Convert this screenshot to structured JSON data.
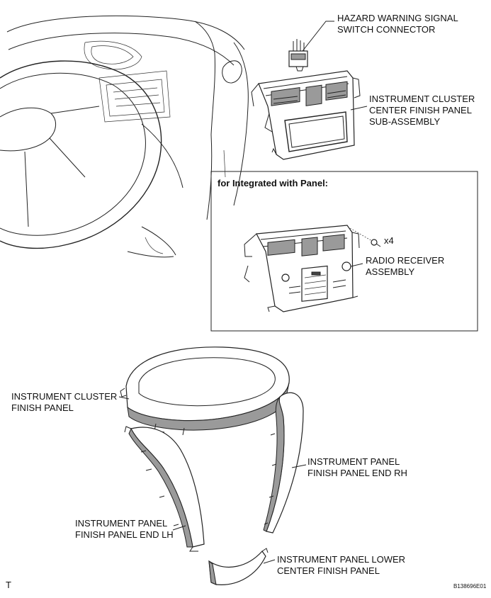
{
  "labels": {
    "hazard_line1": "HAZARD WARNING SIGNAL",
    "hazard_line2": "SWITCH CONNECTOR",
    "center_panel_line1": "INSTRUMENT CLUSTER",
    "center_panel_line2": "CENTER FINISH PANEL",
    "center_panel_line3": "SUB-ASSEMBLY",
    "integrated_heading": "for Integrated with Panel:",
    "qty": "x4",
    "radio_line1": "RADIO RECEIVER",
    "radio_line2": "ASSEMBLY",
    "cluster_finish_line1": "INSTRUMENT CLUSTER",
    "cluster_finish_line2": "FINISH PANEL",
    "end_rh_line1": "INSTRUMENT PANEL",
    "end_rh_line2": "FINISH PANEL END RH",
    "end_lh_line1": "INSTRUMENT PANEL",
    "end_lh_line2": "FINISH PANEL END LH",
    "lower_center_line1": "INSTRUMENT PANEL LOWER",
    "lower_center_line2": "CENTER FINISH PANEL",
    "corner_mark": "T",
    "figure_code": "B138696E01"
  }
}
